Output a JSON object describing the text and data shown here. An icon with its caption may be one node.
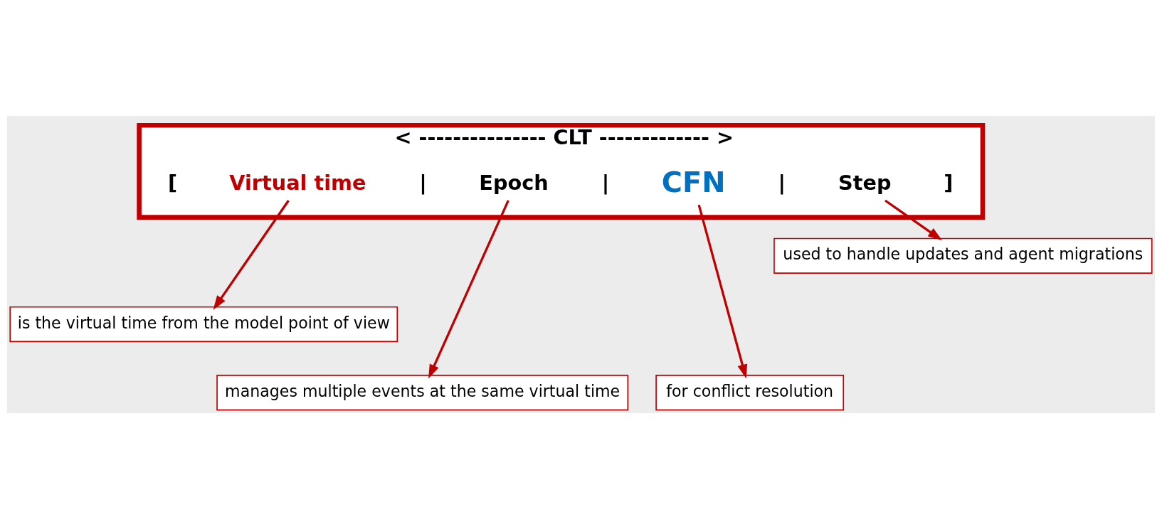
{
  "diagram": {
    "nodes": [
      {
        "text": [
          "< --------------- CLT ------------- >"
        ]
      },
      {
        "text": [
          "Virtual time"
        ],
        "in": 0
      },
      {
        "text": [
          "Epoch"
        ],
        "in": 0
      },
      {
        "text": [
          "CFN"
        ],
        "in": 0
      },
      {
        "text": [
          "Step"
        ],
        "in": 0
      },
      {
        "text": [
          "is the virtual time from the model point of view"
        ]
      },
      {
        "text": [
          "manages multiple events at the same virtual time"
        ]
      },
      {
        "text": [
          "for conflict resolution"
        ]
      },
      {
        "text": [
          "used to handle updates and agent migrations"
        ]
      }
    ],
    "edges": [
      {
        "from": 1,
        "to": 5,
        "arrow": "to"
      },
      {
        "from": 2,
        "to": 6,
        "arrow": "to"
      },
      {
        "from": 3,
        "to": 7,
        "arrow": "to"
      },
      {
        "from": 4,
        "to": 8,
        "arrow": "to"
      }
    ],
    "labels": [
      "[",
      "|",
      "|",
      "|",
      "]"
    ]
  }
}
